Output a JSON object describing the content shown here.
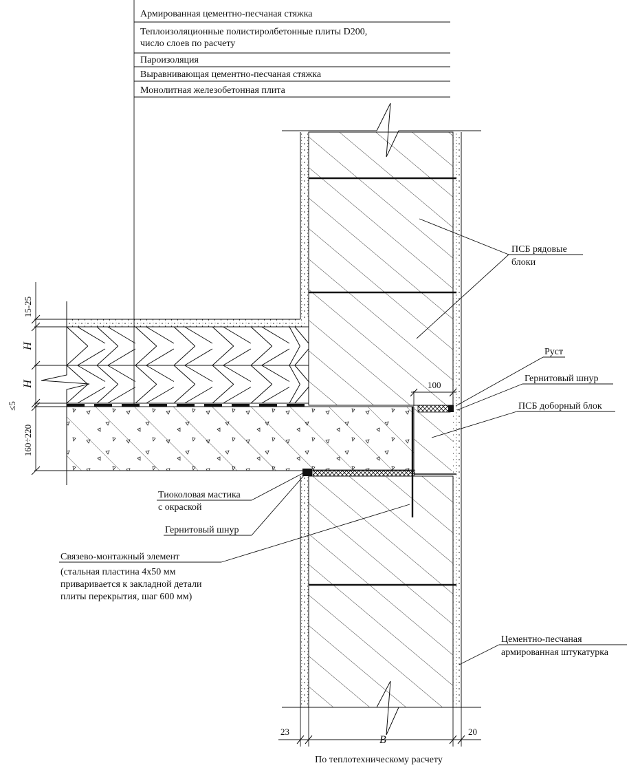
{
  "layer_legend": [
    {
      "text": "Армированная цементно-песчаная стяжка"
    },
    {
      "lines": [
        "Теплоизоляционные полистиролбетонные плиты  D200,",
        "число слоев по расчету"
      ]
    },
    {
      "text": "Пароизоляция"
    },
    {
      "text": "Выравнивающая цементно-песчаная стяжка"
    },
    {
      "text": "Монолитная железобетонная плита"
    }
  ],
  "callouts": {
    "psb_row_blocks": [
      "ПСБ рядовые",
      "блоки"
    ],
    "rust": "Руст",
    "gernit_top": "Гернитовый шнур",
    "psb_add_block": "ПСБ доборный блок",
    "thiokol": [
      "Тиоколовая мастика",
      "с окраской"
    ],
    "gernit_bottom": "Гернитовый шнур",
    "tie_element": [
      "Связево-монтажный элемент",
      "(стальная пластина 4х50 мм",
      "приваривается к закладной детали",
      "плиты перекрытия, шаг 600 мм)"
    ],
    "plaster": [
      "Цементно-песчаная",
      "армированная штукатурка"
    ]
  },
  "dimensions": {
    "screed": "15-25",
    "insulation_1": "H",
    "insulation_2": "H",
    "vapor": "≤5",
    "slab": "160÷220",
    "add_block": "100",
    "plaster_left": "23",
    "plaster_right": "20",
    "wall": "B",
    "wall_note": "По теплотехническому расчету"
  }
}
